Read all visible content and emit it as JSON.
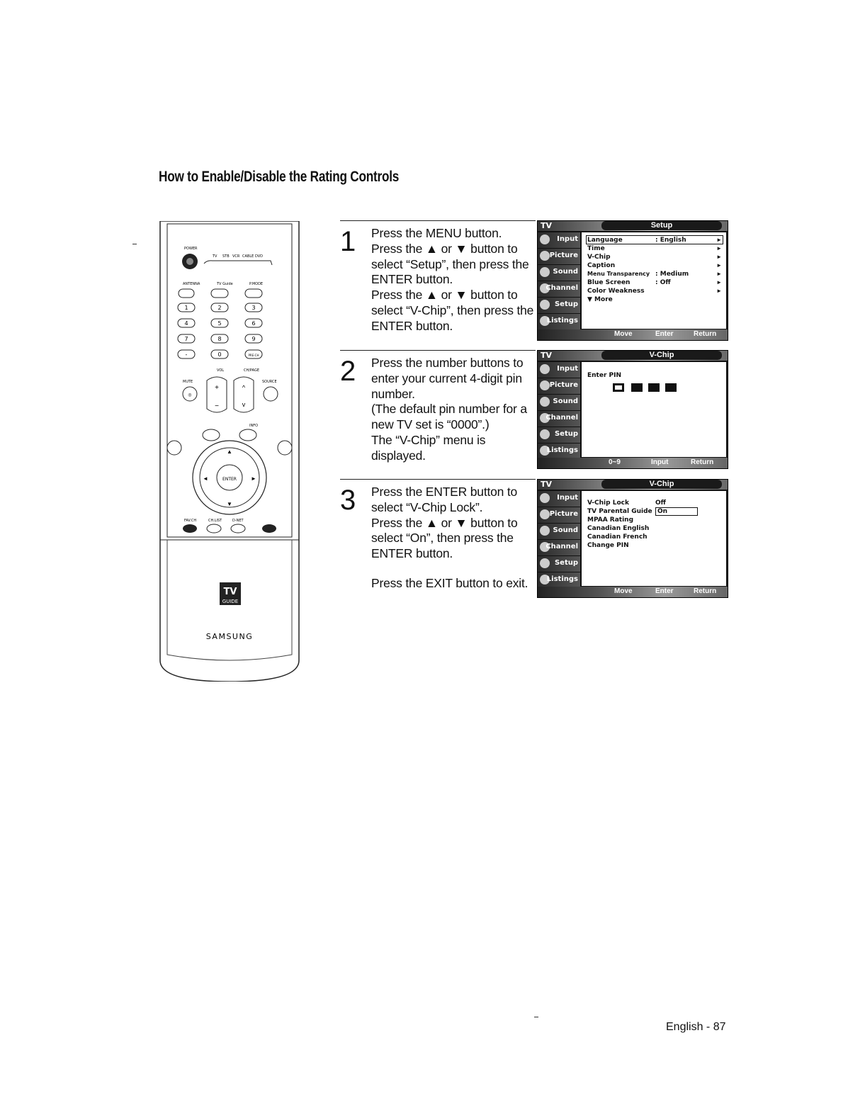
{
  "page": {
    "title": "How to Enable/Disable the Rating Controls",
    "footer": "English - 87"
  },
  "remote": {
    "brand": "SAMSUNG",
    "tv_guide": "TV",
    "tv_guide_sub": "GUIDE",
    "top_labels": [
      "POWER",
      "TV",
      "STB",
      "VCR",
      "CABLE",
      "DVD"
    ],
    "row_labels": [
      "ANTENNA",
      "TV Guide",
      "P.MODE"
    ],
    "keys": [
      "1",
      "2",
      "3",
      "4",
      "5",
      "6",
      "7",
      "8",
      "9",
      "-",
      "0",
      "PRE-CH"
    ],
    "vol_label": "VOL",
    "ch_label": "CH/PAGE",
    "mute_label": "MUTE",
    "source_label": "SOURCE",
    "info_label": "INFO",
    "enter_label": "ENTER",
    "bottom_labels": [
      "FAV.CH",
      "CH.LIST",
      "D-NET"
    ]
  },
  "steps": [
    {
      "number": "1",
      "paragraphs": [
        "Press the MENU button.",
        "Press the ▲ or ▼ button to select “Setup”, then press the ENTER button.",
        "Press the ▲ or ▼ button to select “V-Chip”, then press the ENTER button."
      ],
      "screen": {
        "tv": "TV",
        "menu_title": "Setup",
        "side": [
          "Input",
          "Picture",
          "Sound",
          "Channel",
          "Setup",
          "Listings"
        ],
        "items": [
          {
            "label": "Language",
            "value": ": English"
          },
          {
            "label": "Time",
            "value": ""
          },
          {
            "label": "V-Chip",
            "value": ""
          },
          {
            "label": "Caption",
            "value": ""
          },
          {
            "label": "Menu Transparency",
            "value": ": Medium"
          },
          {
            "label": "Blue Screen",
            "value": ": Off"
          },
          {
            "label": "Color Weakness",
            "value": ""
          },
          {
            "label": "▼ More",
            "value": ""
          }
        ],
        "bottom": [
          "Move",
          "Enter",
          "Return"
        ]
      }
    },
    {
      "number": "2",
      "paragraphs": [
        "Press the number buttons to enter your current 4-digit pin number.",
        "(The default pin number for a new TV set is “0000”.)",
        "The “V-Chip” menu is displayed."
      ],
      "screen": {
        "tv": "TV",
        "menu_title": "V-Chip",
        "side": [
          "Input",
          "Picture",
          "Sound",
          "Channel",
          "Setup",
          "Listings"
        ],
        "prompt": "Enter PIN",
        "bottom": [
          "0~9",
          "Input",
          "Return"
        ]
      }
    },
    {
      "number": "3",
      "paragraphs": [
        "Press the ENTER button to select “V-Chip Lock”.",
        "Press the ▲ or ▼ button to select “On”, then press the ENTER button.",
        "Press the EXIT button to exit."
      ],
      "screen": {
        "tv": "TV",
        "menu_title": "V-Chip",
        "side": [
          "Input",
          "Picture",
          "Sound",
          "Channel",
          "Setup",
          "Listings"
        ],
        "items": [
          {
            "label": "V-Chip Lock",
            "value": "Off"
          },
          {
            "label": "TV Parental Guide",
            "value": "On"
          },
          {
            "label": "MPAA Rating",
            "value": ""
          },
          {
            "label": "Canadian English",
            "value": ""
          },
          {
            "label": "Canadian French",
            "value": ""
          },
          {
            "label": "Change PIN",
            "value": ""
          }
        ],
        "bottom": [
          "Move",
          "Enter",
          "Return"
        ]
      }
    }
  ],
  "colors": {
    "screen_bg": "#111111",
    "panel_bg": "#ffffff",
    "text": "#111111"
  }
}
